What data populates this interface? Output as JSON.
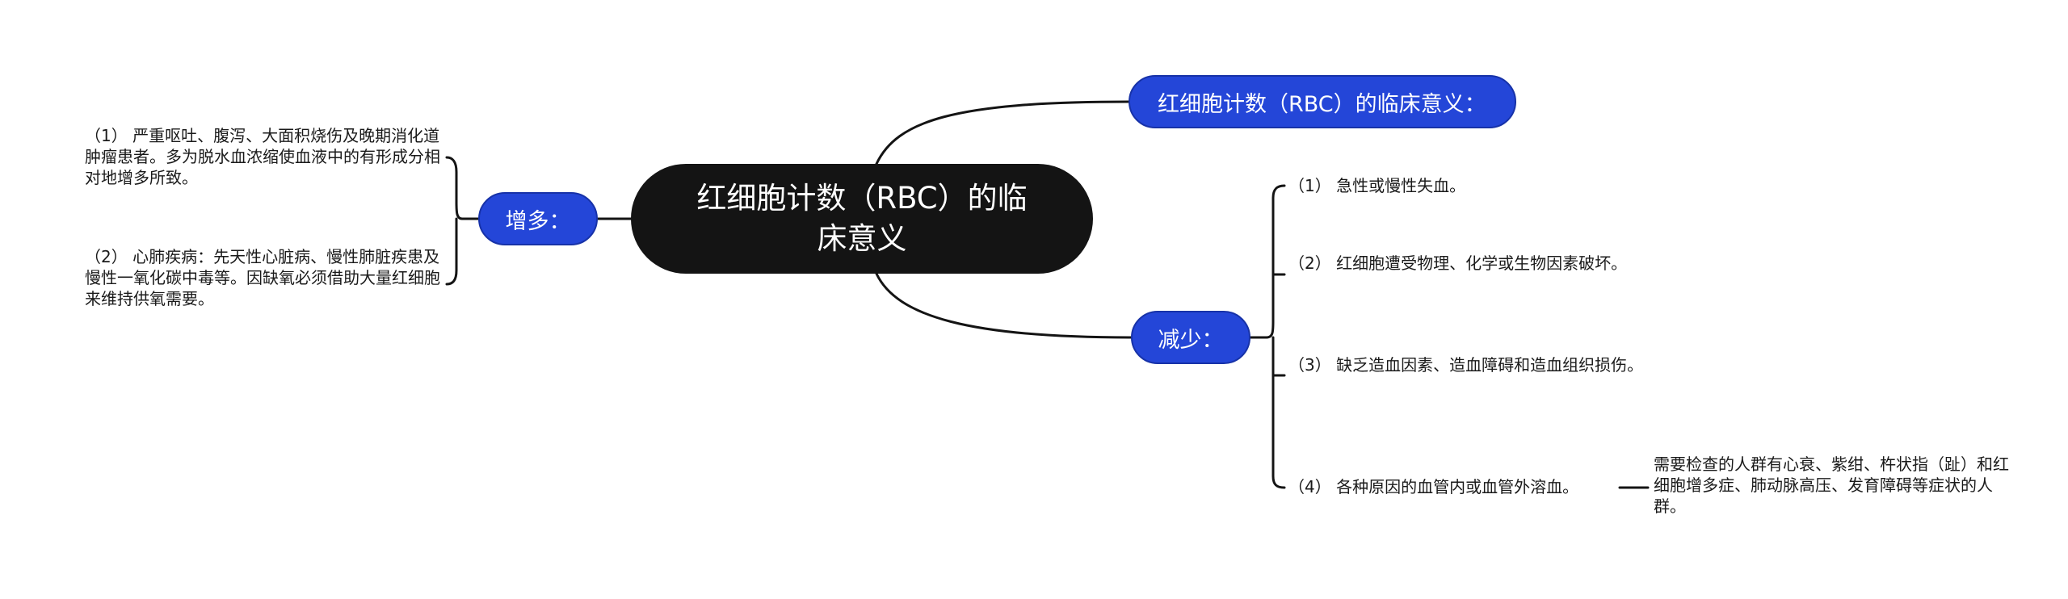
{
  "root": {
    "title": "红细胞计数（RBC）的临床意义"
  },
  "branches": {
    "top_label": "红细胞计数（RBC）的临床意义：",
    "increase_label": "增多：",
    "decrease_label": "减少："
  },
  "increase_items": [
    "（1） 严重呕吐、腹泻、大面积烧伤及晚期消化道肿瘤患者。多为脱水血浓缩使血液中的有形成分相对地增多所致。",
    "（2） 心肺疾病：先天性心脏病、慢性肺脏疾患及慢性一氧化碳中毒等。因缺氧必须借助大量红细胞来维持供氧需要。"
  ],
  "decrease_items": [
    "（1） 急性或慢性失血。",
    "（2） 红细胞遭受物理、化学或生物因素破坏。",
    "（3） 缺乏造血因素、造血障碍和造血组织损伤。",
    "（4） 各种原因的血管内或血管外溶血。"
  ],
  "decrease_sub_item": "需要检查的人群有心衰、紫绀、杵状指（趾）和红细胞增多症、肺动脉高压、发育障碍等症状的人群。",
  "colors": {
    "root_bg": "#141414",
    "branch_bg": "#2446d8",
    "line": "#141414"
  }
}
